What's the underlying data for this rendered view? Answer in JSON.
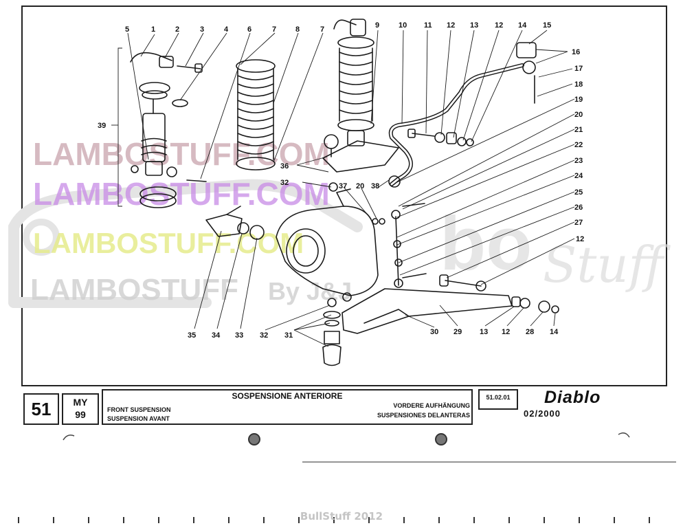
{
  "diagram": {
    "callouts": [
      "1",
      "2",
      "3",
      "4",
      "5",
      "6",
      "7",
      "8",
      "7",
      "9",
      "10",
      "11",
      "12",
      "13",
      "12",
      "14",
      "15",
      "16",
      "17",
      "18",
      "19",
      "20",
      "21",
      "22",
      "23",
      "24",
      "25",
      "26",
      "27",
      "12",
      "39",
      "36",
      "32",
      "37",
      "20",
      "38",
      "35",
      "34",
      "33",
      "32",
      "31",
      "30",
      "29",
      "13",
      "12",
      "28",
      "14"
    ],
    "watermarks": [
      "LAMBOSTUFF.COM",
      "LAMBOSTUFF.COM",
      "LAMBOSTUFF.COM",
      "LAMBOSTUFF",
      "By J&J",
      "bo",
      "Stuff"
    ]
  },
  "title_block": {
    "page_number": "51",
    "model_label": "MY",
    "model_year": "99",
    "title_it": "SOSPENSIONE ANTERIORE",
    "title_en": "FRONT SUSPENSION",
    "title_fr": "SUSPENSION AVANT",
    "title_de": "VORDERE AUFHÄNGUNG",
    "title_es": "SUSPENSIONES DELANTERAS",
    "table_code": "51.02.01",
    "brand": "Diablo",
    "date": "02/2000"
  },
  "footer": {
    "credit": "BullStuff 2012"
  },
  "colors": {
    "ink": "#1a1a1a",
    "watermark_pink": "#c9a3ad",
    "watermark_violet": "#c88be6",
    "watermark_yellow": "#e6ec8c",
    "watermark_gray": "#cfcfcf"
  }
}
